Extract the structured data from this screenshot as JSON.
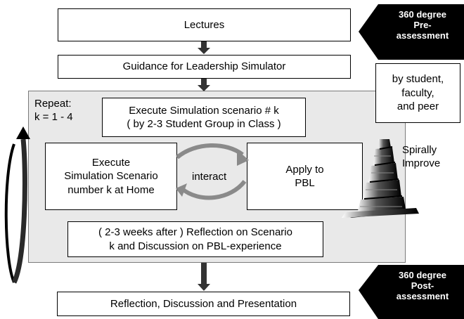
{
  "lectures": "Lectures",
  "guidance": "Guidance for Leadership Simulator",
  "repeat_label": "Repeat:\nk = 1 - 4",
  "execute_class": "Execute Simulation scenario # k\n( by 2-3 Student Group in Class )",
  "execute_home": "Execute\nSimulation Scenario\nnumber k at Home",
  "interact": "interact",
  "apply_pbl": "Apply to\nPBL",
  "reflection_scenario": "( 2-3 weeks after ) Reflection on Scenario\nk and Discussion  on PBL-experience",
  "final": "Reflection, Discussion and Presentation",
  "pre_badge": "360 degree\nPre-\nassessment",
  "pre_note": "by student,\nfaculty,\nand peer",
  "spiral": "Spirally\nImprove",
  "post_badge": "360 degree\nPost-\nassessment",
  "colors": {
    "badge": "#000000",
    "panel": "#e9e9e9",
    "arrow": "#333333",
    "cycle_arrow": "#8a8a8a"
  }
}
